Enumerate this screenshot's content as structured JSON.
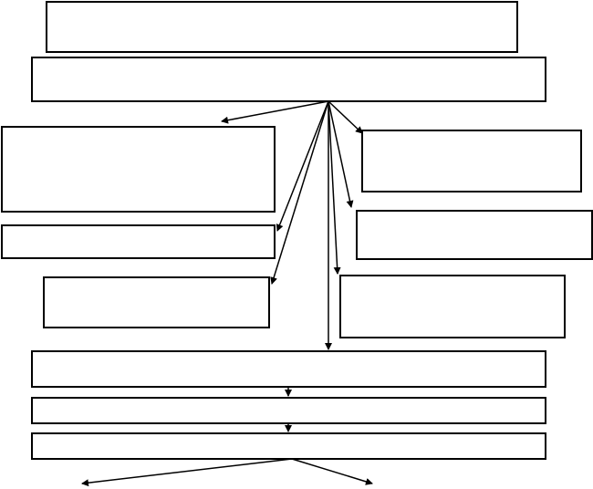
{
  "colors": {
    "stroke": "#000000",
    "background": "#ffffff",
    "box_fill": "#ffffff"
  },
  "boxes": [
    {
      "id": "header-box",
      "text": ""
    },
    {
      "id": "source-box",
      "text": ""
    },
    {
      "id": "left-large-box",
      "text": ""
    },
    {
      "id": "left-thin-box",
      "text": ""
    },
    {
      "id": "left-lower-box",
      "text": ""
    },
    {
      "id": "right-upper-box",
      "text": ""
    },
    {
      "id": "right-middle-box",
      "text": ""
    },
    {
      "id": "right-lower-box",
      "text": ""
    },
    {
      "id": "wide-box-1",
      "text": ""
    },
    {
      "id": "wide-box-2",
      "text": ""
    },
    {
      "id": "wide-box-3",
      "text": ""
    }
  ],
  "connectors": [
    {
      "from": "source-box",
      "to": "left-large-box"
    },
    {
      "from": "source-box",
      "to": "left-thin-box"
    },
    {
      "from": "source-box",
      "to": "left-lower-box"
    },
    {
      "from": "source-box",
      "to": "right-upper-box"
    },
    {
      "from": "source-box",
      "to": "right-middle-box"
    },
    {
      "from": "source-box",
      "to": "right-lower-box"
    },
    {
      "from": "source-box",
      "to": "wide-box-1"
    },
    {
      "from": "wide-box-1",
      "to": "wide-box-2"
    },
    {
      "from": "wide-box-2",
      "to": "wide-box-3"
    },
    {
      "from": "wide-box-3",
      "to": "left-output"
    },
    {
      "from": "wide-box-3",
      "to": "right-output"
    }
  ]
}
